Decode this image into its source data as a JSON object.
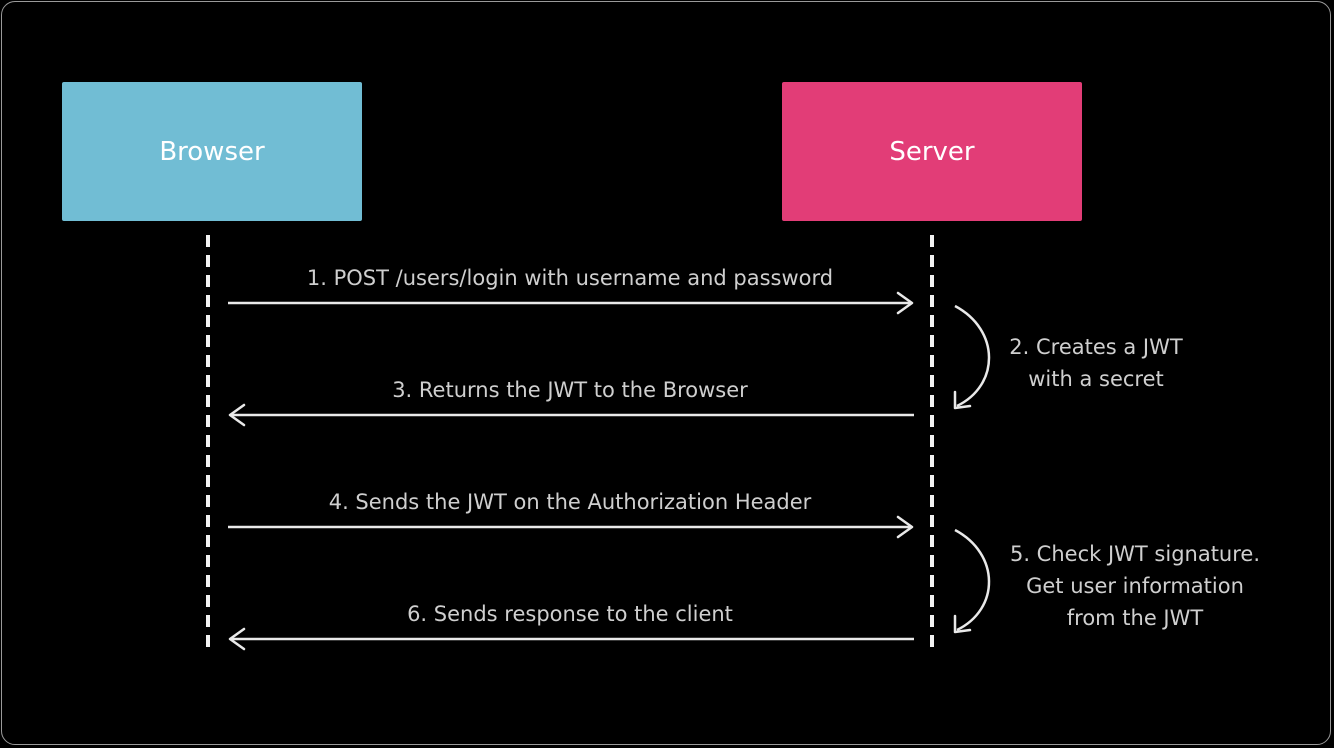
{
  "colors": {
    "background": "#000000",
    "browser": "#71bdd4",
    "server": "#e23d77",
    "arrow": "#e9e9e9",
    "lifeline": "#f2f2f2",
    "text": "#cfcfcf"
  },
  "actors": {
    "browser": "Browser",
    "server": "Server"
  },
  "messages": {
    "m1": "1. POST /users/login with username and password",
    "m3": "3. Returns the JWT to the Browser",
    "m4": "4. Sends the JWT on the Authorization Header",
    "m6": "6. Sends response to the client"
  },
  "notes": {
    "n2": [
      "2. Creates a JWT",
      "with a secret"
    ],
    "n5": [
      "5. Check JWT signature.",
      "Get user information",
      "from the JWT"
    ]
  }
}
